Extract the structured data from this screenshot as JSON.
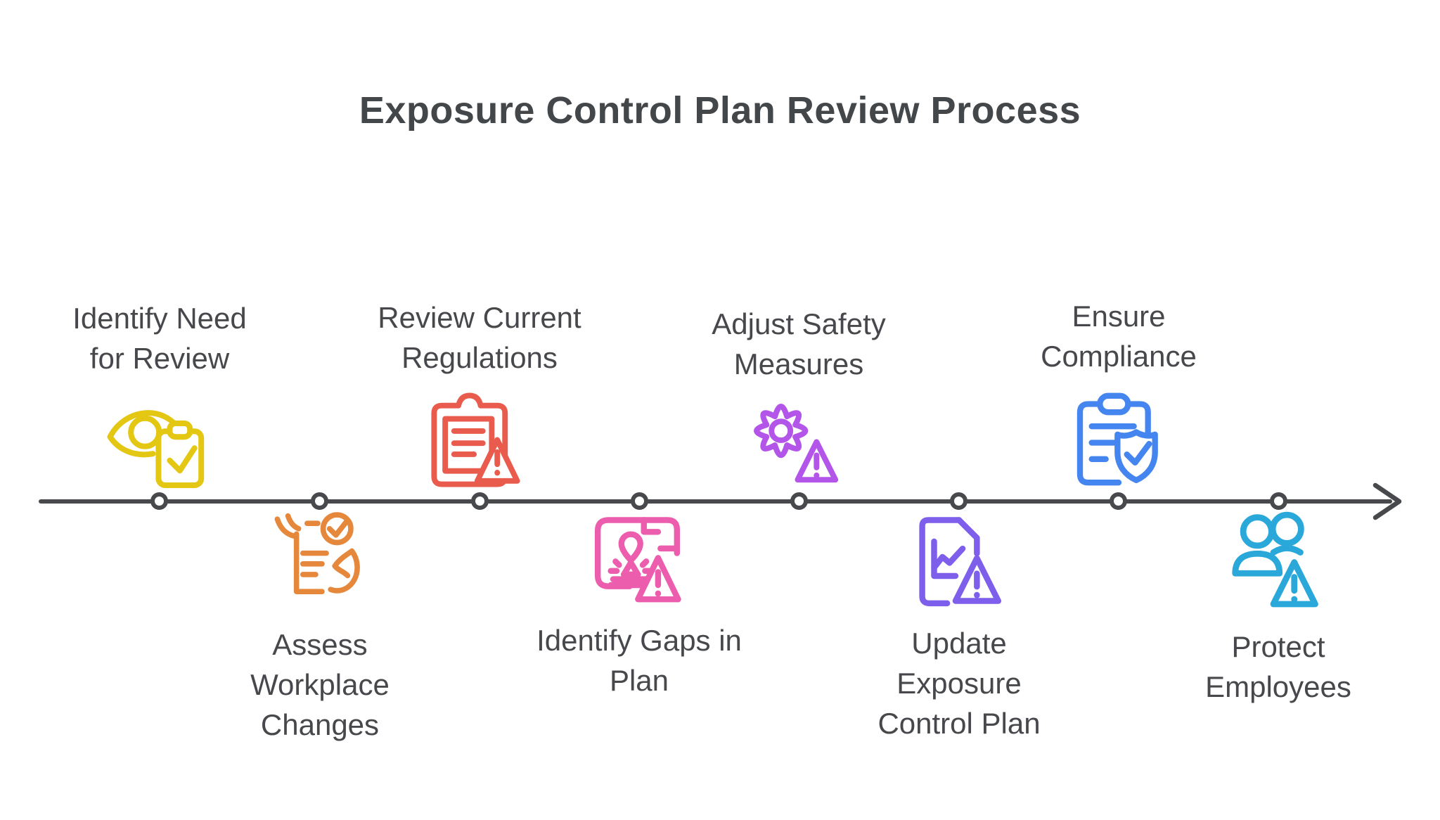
{
  "title": "Exposure Control Plan Review Process",
  "palette": {
    "title_color": "#44474a",
    "label_color": "#46484b",
    "line_color": "#47494c",
    "node_fill": "#ffffff"
  },
  "timeline": {
    "direction": "left-to-right",
    "node_count": 8,
    "arrowhead": "open-chevron-right"
  },
  "steps": [
    {
      "order": 1,
      "side": "above",
      "label": "Identify Need\nfor Review",
      "color": "#e4c713",
      "icon": "eye-clipboard-check-icon"
    },
    {
      "order": 2,
      "side": "below",
      "label": "Assess\nWorkplace\nChanges",
      "color": "#e6883c",
      "icon": "hands-document-check-icon"
    },
    {
      "order": 3,
      "side": "above",
      "label": "Review Current\nRegulations",
      "color": "#e95b4d",
      "icon": "clipboard-warning-icon"
    },
    {
      "order": 4,
      "side": "below",
      "label": "Identify Gaps in\nPlan",
      "color": "#ec5ead",
      "icon": "printer-warning-icon"
    },
    {
      "order": 5,
      "side": "above",
      "label": "Adjust Safety\nMeasures",
      "color": "#b355e8",
      "icon": "gear-warning-icon"
    },
    {
      "order": 6,
      "side": "below",
      "label": "Update\nExposure\nControl Plan",
      "color": "#7d5fec",
      "icon": "chart-document-warning-icon"
    },
    {
      "order": 7,
      "side": "above",
      "label": "Ensure\nCompliance",
      "color": "#4485f0",
      "icon": "clipboard-shield-check-icon"
    },
    {
      "order": 8,
      "side": "below",
      "label": "Protect\nEmployees",
      "color": "#2aa8da",
      "icon": "people-warning-icon"
    }
  ]
}
